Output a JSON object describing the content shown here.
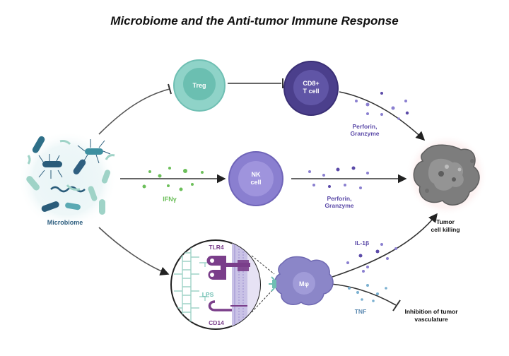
{
  "title": "Microbiome and the Anti-tumor Immune Response",
  "nodes": {
    "microbiome": "Microbiome",
    "treg": "Treg",
    "cd8_line1": "CD8+",
    "cd8_line2": "T cell",
    "nk_line1": "NK",
    "nk_line2": "cell",
    "macrophage": "Mφ",
    "tumor_line1": "Tumor",
    "tumor_line2": "cell killing"
  },
  "molecules": {
    "ifng": "IFNγ",
    "perforin_top_1": "Perforin,",
    "perforin_top_2": "Granzyme",
    "perforin_mid_1": "Perforin,",
    "perforin_mid_2": "Granzyme",
    "il1b": "IL-1β",
    "tnf": "TNF"
  },
  "inset": {
    "tlr4": "TLR4",
    "lps": "LPS",
    "cd14": "CD14"
  },
  "outcomes": {
    "inhibition_1": "Inhibition of tumor",
    "inhibition_2": "vasculature"
  },
  "colors": {
    "treg": "#8fd3c8",
    "cd8": "#4b3f8c",
    "nk": "#8a7fd0",
    "macrophage": "#8b86c8",
    "green_molecule": "#6cbf5a",
    "purple_molecule": "#5b4aa8",
    "tumor": "#7d7d7d",
    "arrow": "#222222",
    "label_green": "#6cbf5a",
    "label_purple": "#5b4aa8",
    "label_blue": "#5a88b0",
    "tlr": "#7a3e8a"
  }
}
